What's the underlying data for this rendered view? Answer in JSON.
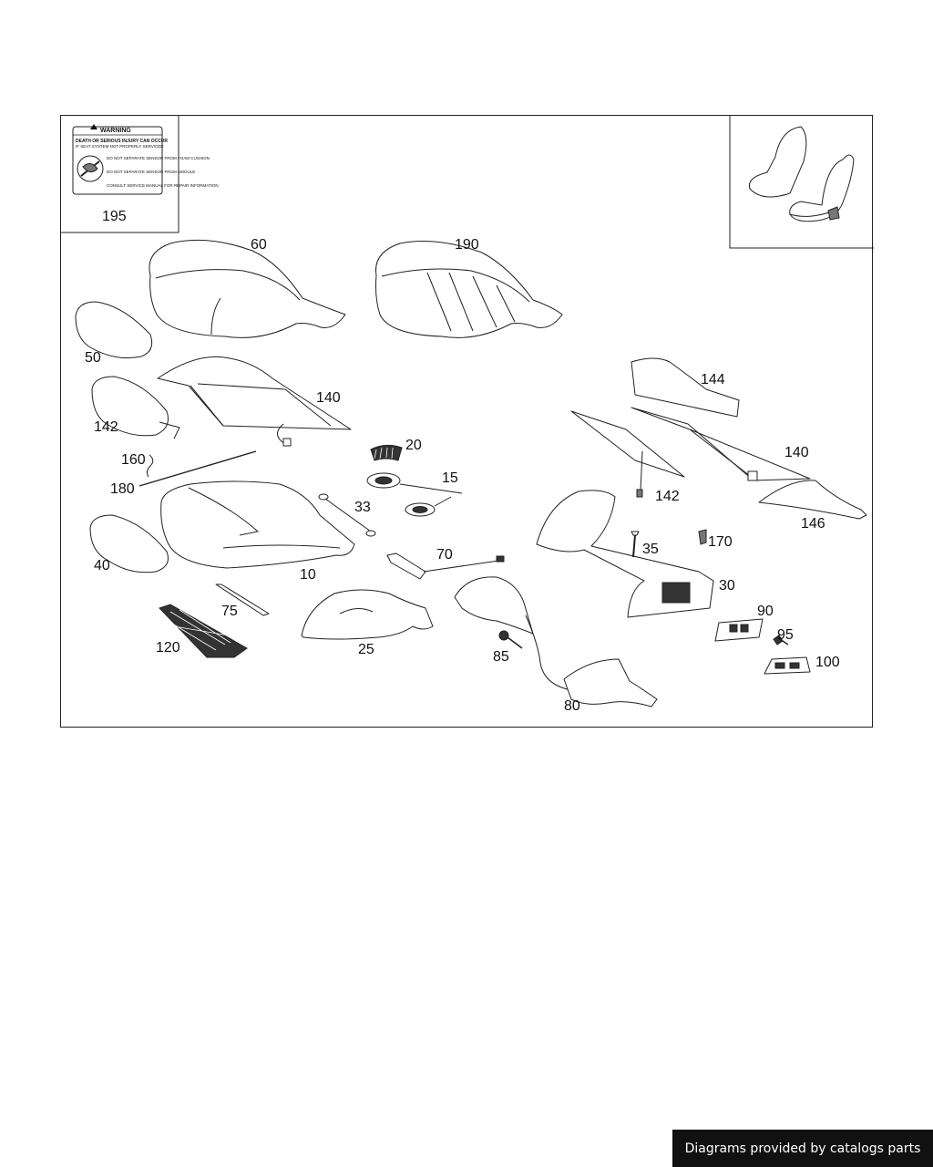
{
  "warning_label": {
    "header": "WARNING",
    "headline": "DEATH OR SERIOUS INJURY CAN OCCUR",
    "subline": "IF SEAT SYSTEM NOT PROPERLY SERVICED",
    "items": [
      "DO NOT SEPARATE SENSOR FROM FOAM CUSHION",
      "DO NOT SEPARATE SENSOR FROM MODULE"
    ],
    "footer": "CONSULT SERVICE MANUAL FOR REPAIR INFORMATION"
  },
  "callouts": {
    "c195": "195",
    "c60": "60",
    "c190": "190",
    "c50": "50",
    "c140a": "140",
    "c142a": "142",
    "c144": "144",
    "c160": "160",
    "c180": "180",
    "c20": "20",
    "c140b": "140",
    "c15": "15",
    "c142b": "142",
    "c33": "33",
    "c146": "146",
    "c35": "35",
    "c170": "170",
    "c40": "40",
    "c70": "70",
    "c10": "10",
    "c30": "30",
    "c75": "75",
    "c90": "90",
    "c95": "95",
    "c120": "120",
    "c25": "25",
    "c85": "85",
    "c100": "100",
    "c80": "80"
  },
  "footer": {
    "text": "Diagrams provided by catalogs parts"
  }
}
